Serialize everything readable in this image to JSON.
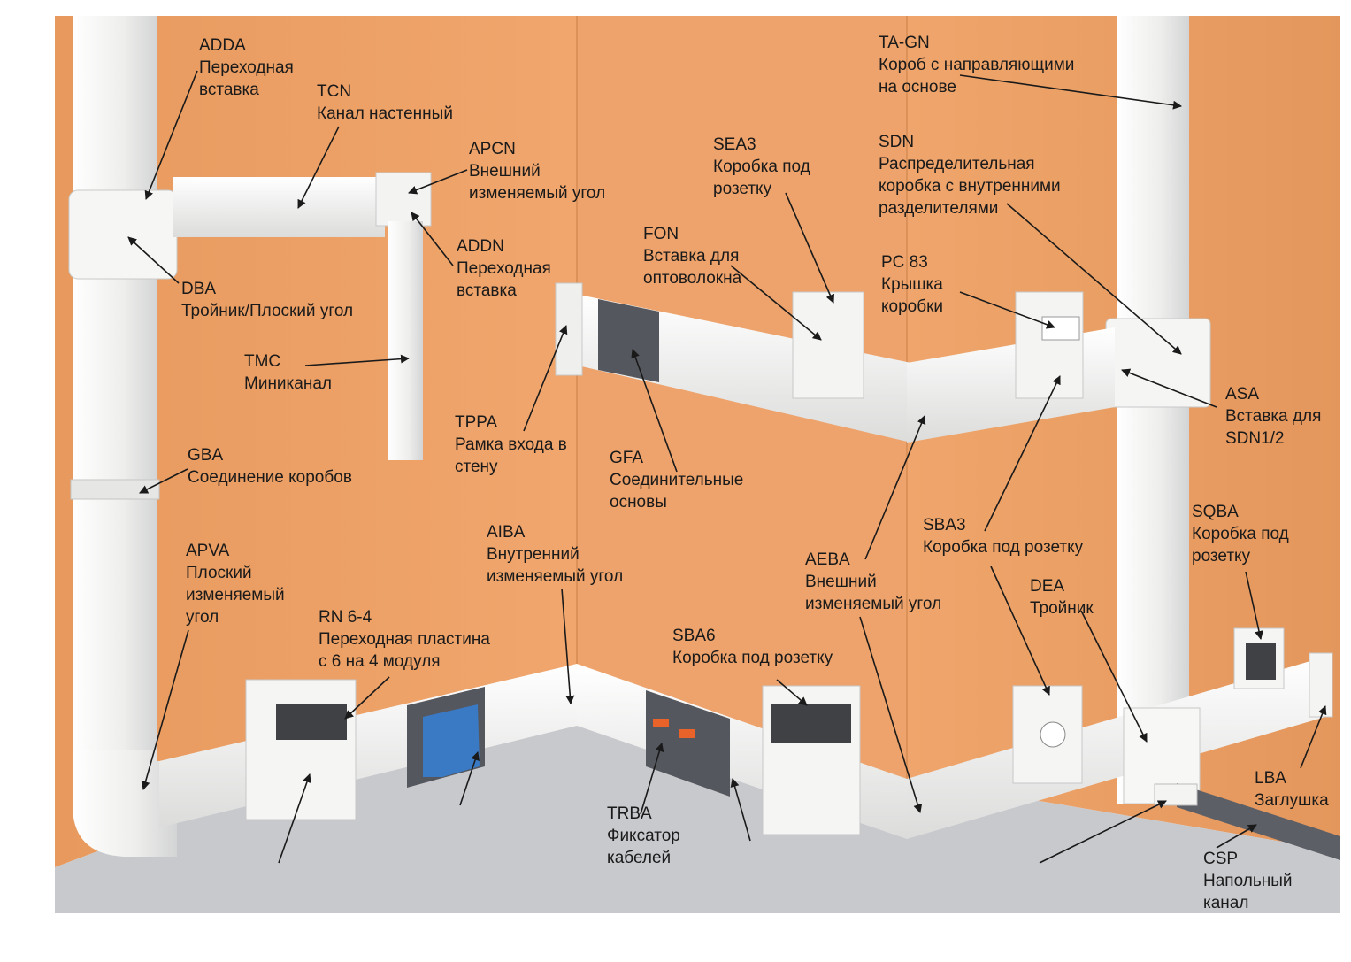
{
  "labels": {
    "adda": {
      "code": "ADDA",
      "desc": [
        "Переходная",
        "вставка"
      ]
    },
    "tcn": {
      "code": "TCN",
      "desc": [
        "Канал настенный"
      ]
    },
    "apcn": {
      "code": "APCN",
      "desc": [
        "Внешний",
        "изменяемый угол"
      ]
    },
    "addn": {
      "code": "ADDN",
      "desc": [
        "Переходная",
        "вставка"
      ]
    },
    "dba": {
      "code": "DBA",
      "desc": [
        "Тройник/Плоский угол"
      ]
    },
    "tmc": {
      "code": "TMC",
      "desc": [
        "Миниканал"
      ]
    },
    "gba": {
      "code": "GBA",
      "desc": [
        "Соединение коробов"
      ]
    },
    "apva": {
      "code": "APVA",
      "desc": [
        "Плоский",
        "изменяемый",
        "угол"
      ]
    },
    "rn64": {
      "code": "RN 6-4",
      "desc": [
        "Переходная пластина",
        "с 6 на 4 модуля"
      ]
    },
    "tppa": {
      "code": "TPPA",
      "desc": [
        "Рамка входа в",
        "стену"
      ]
    },
    "gfa": {
      "code": "GFA",
      "desc": [
        "Соединительные",
        "основы"
      ]
    },
    "aiba": {
      "code": "AIBA",
      "desc": [
        "Внутренний",
        "изменяемый угол"
      ]
    },
    "sba6": {
      "code": "SBA6",
      "desc": [
        "Коробка под розетку"
      ]
    },
    "trba": {
      "code": "TRBA",
      "desc": [
        "Фиксатор",
        "кабелей"
      ]
    },
    "fon": {
      "code": "FON",
      "desc": [
        "Вставка для",
        "оптоволокна"
      ]
    },
    "sea3": {
      "code": "SEA3",
      "desc": [
        "Коробка под",
        "розетку"
      ]
    },
    "tagn": {
      "code": "TA-GN",
      "desc": [
        "Короб с направляющими",
        "на основе"
      ]
    },
    "sdn": {
      "code": "SDN",
      "desc": [
        "Распределительная",
        "коробка с внутренними",
        "разделителями"
      ]
    },
    "pc83": {
      "code": "PC 83",
      "desc": [
        "Крышка",
        "коробки"
      ]
    },
    "asa": {
      "code": "ASA",
      "desc": [
        "Вставка для",
        "SDN1/2"
      ]
    },
    "aeba": {
      "code": "AEBA",
      "desc": [
        "Внешний",
        "изменяемый угол"
      ]
    },
    "sba3": {
      "code": "SBA3",
      "desc": [
        "Коробка под розетку"
      ]
    },
    "dea": {
      "code": "DEA",
      "desc": [
        "Тройник"
      ]
    },
    "sqba": {
      "code": "SQBA",
      "desc": [
        "Коробка под",
        "розетку"
      ]
    },
    "lba": {
      "code": "LBA",
      "desc": [
        "Заглушка"
      ]
    },
    "csp": {
      "code": "CSP",
      "desc": [
        "Напольный",
        "канал"
      ]
    }
  },
  "colors": {
    "wall": "#eda36b",
    "wall_shade": "#e39659",
    "floor": "#c9cace",
    "duct": "#f4f4f2",
    "duct_shade": "#d9dadb",
    "gray_base": "#55575e",
    "blue_frame": "#3a79c4",
    "orange_clip": "#e8622a",
    "text": "#1a1a1a"
  }
}
